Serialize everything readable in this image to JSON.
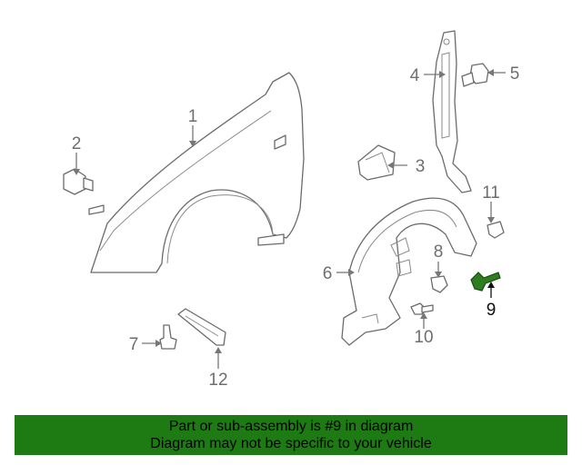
{
  "diagram": {
    "callouts": [
      {
        "id": "1",
        "label": "1"
      },
      {
        "id": "2",
        "label": "2"
      },
      {
        "id": "3",
        "label": "3"
      },
      {
        "id": "4",
        "label": "4"
      },
      {
        "id": "5",
        "label": "5"
      },
      {
        "id": "6",
        "label": "6"
      },
      {
        "id": "7",
        "label": "7"
      },
      {
        "id": "8",
        "label": "8"
      },
      {
        "id": "9",
        "label": "9",
        "highlighted": true
      },
      {
        "id": "10",
        "label": "10"
      },
      {
        "id": "11",
        "label": "11"
      },
      {
        "id": "12",
        "label": "12"
      }
    ],
    "highlight_color": "#1e7a12"
  },
  "banner": {
    "line1": "Part or sub-assembly is #9 in diagram",
    "line2": "Diagram may not be specific to your vehicle"
  }
}
